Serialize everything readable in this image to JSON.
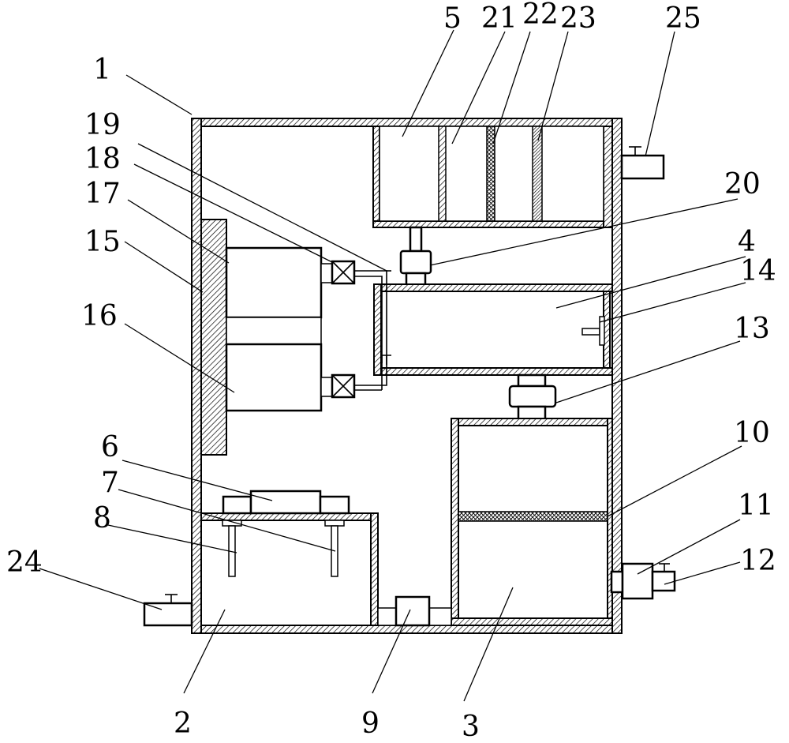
{
  "figure": {
    "labels": {
      "l1": "1",
      "l2": "2",
      "l3": "3",
      "l4": "4",
      "l5": "5",
      "l6": "6",
      "l7": "7",
      "l8": "8",
      "l9": "9",
      "l10": "10",
      "l11": "11",
      "l12": "12",
      "l13": "13",
      "l14": "14",
      "l15": "15",
      "l16": "16",
      "l17": "17",
      "l18": "18",
      "l19": "19",
      "l20": "20",
      "l21": "21",
      "l22": "22",
      "l23": "23",
      "l24": "24",
      "l25": "25"
    }
  }
}
